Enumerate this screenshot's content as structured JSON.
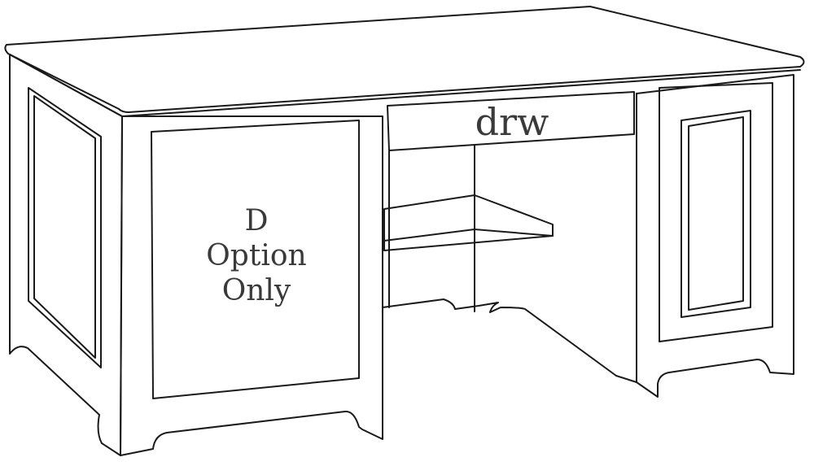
{
  "labels": {
    "drawer": "drw",
    "left_panel_line1": "D",
    "left_panel_line2": "Option",
    "left_panel_line3": "Only"
  },
  "colors": {
    "stroke": "#1a1a1a",
    "background": "#ffffff",
    "text": "#3a3a3a"
  }
}
